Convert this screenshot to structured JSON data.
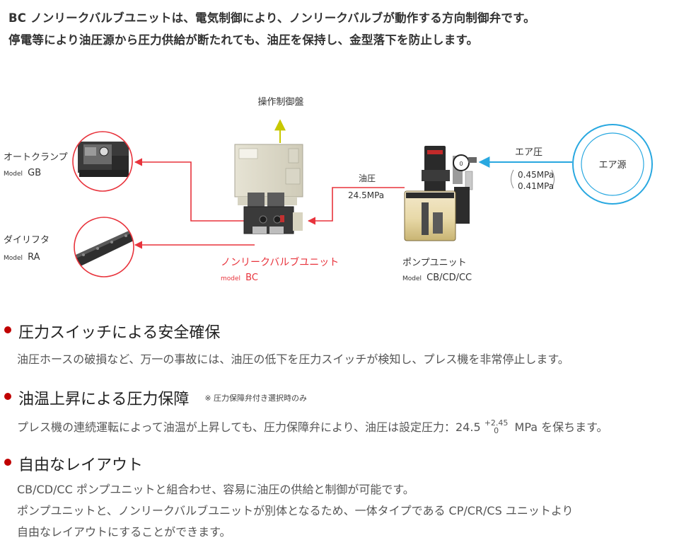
{
  "intro": {
    "line1": "BC ノンリークバルブユニットは、電気制御により、ノンリークバルブが動作する方向制御弁です。",
    "line2": "停電等により油圧源から圧力供給が断たれても、油圧を保持し、金型落下を防止します。"
  },
  "diagram": {
    "panel_label": "操作制御盤",
    "clamp_label": "オートクランプ",
    "clamp_model_prefix": "Model",
    "clamp_model": "GB",
    "lifter_label": "ダイリフタ",
    "lifter_model_prefix": "Model",
    "lifter_model": "RA",
    "valve_label": "ノンリークバルブユニット",
    "valve_model_prefix": "model",
    "valve_model": "BC",
    "oil_label": "油圧",
    "oil_pressure": "24.5MPa",
    "pump_label": "ポンプユニット",
    "pump_model_prefix": "Model",
    "pump_model": "CB/CD/CC",
    "air_label": "エア圧",
    "air_p1": "0.45MPa",
    "air_p2": "0.41MPa",
    "air_source": "エア源",
    "gauge_value": "0",
    "colors": {
      "red": "#e8333c",
      "yellow": "#c8c800",
      "blue": "#29a8e0"
    }
  },
  "features": [
    {
      "title": "圧力スイッチによる安全確保",
      "body": "油圧ホースの破損など、万一の事故には、油圧の低下を圧力スイッチが検知し、プレス機を非常停止します。"
    },
    {
      "title": "油温上昇による圧力保障",
      "note": "※ 圧力保障弁付き選択時のみ",
      "body_pre": "プレス機の連続運転によって油温が上昇しても、圧力保障弁により、油圧は設定圧力：24.5 ",
      "tol_upper": "+2.45",
      "tol_lower": "0",
      "body_post": " MPa を保ちます。"
    },
    {
      "title": "自由なレイアウト",
      "body_lines": [
        "CB/CD/CC ポンプユニットと組合わせ、容易に油圧の供給と制御が可能です。",
        "ポンプユニットと、ノンリークバルブユニットが別体となるため、一体タイプである CP/CR/CS ユニットより",
        "自由なレイアウトにすることができます。"
      ]
    }
  ]
}
